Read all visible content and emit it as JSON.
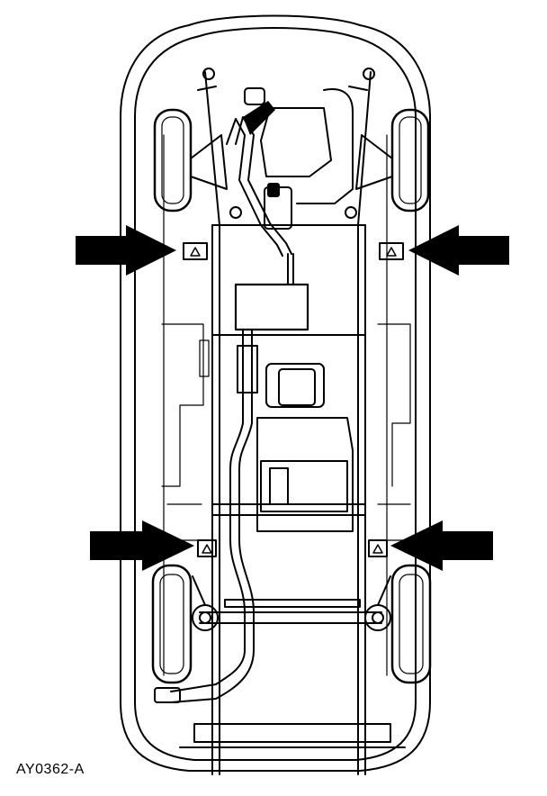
{
  "figure": {
    "id_label": "AY0362-A"
  },
  "icons": {
    "arrow": "solid-black-pointer-arrow",
    "lift_pad": "lift-point-triangle-marker"
  },
  "colors": {
    "line": "#000000",
    "fill_dark": "#000000",
    "background": "#ffffff"
  }
}
